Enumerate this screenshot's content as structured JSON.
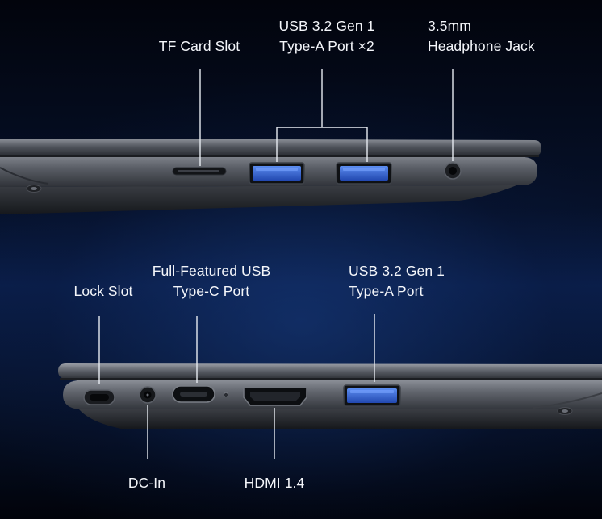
{
  "top_side": {
    "labels": {
      "tf_card": "TF Card Slot",
      "usb_a_line1": "USB 3.2 Gen 1",
      "usb_a_line2": "Type-A Port ×2",
      "audio_line1": "3.5mm",
      "audio_line2": "Headphone Jack"
    }
  },
  "bottom_side": {
    "labels": {
      "lock": "Lock Slot",
      "usbc_line1": "Full-Featured USB",
      "usbc_line2": "Type-C Port",
      "usb_a_line1": "USB 3.2 Gen 1",
      "usb_a_line2": "Type-A Port",
      "dc_in": "DC-In",
      "hdmi": "HDMI 1.4"
    }
  },
  "colors": {
    "usb_a_blue": "#2f5fd0",
    "chassis": "#5c5f66",
    "background": "#0a1e4a"
  },
  "icons": {
    "port_shapes": [
      "tf-card-slot",
      "usb-a-port",
      "audio-jack",
      "lock-slot",
      "dc-in-port",
      "usb-c-port",
      "hdmi-port",
      "led-indicator",
      "screw"
    ]
  }
}
